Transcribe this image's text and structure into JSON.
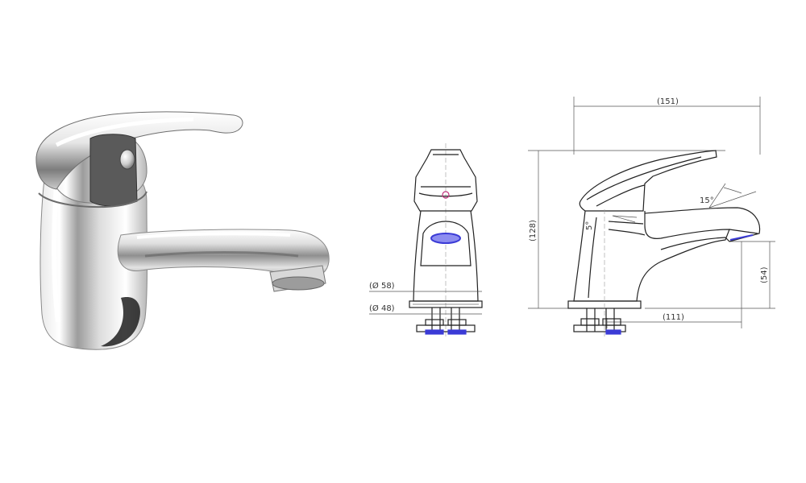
{
  "drawing": {
    "front_view": {
      "diameter_top": "(Ø 58)",
      "diameter_bottom": "(Ø 48)"
    },
    "side_view": {
      "overall_length": "(151)",
      "overall_height": "(128)",
      "spout_reach": "(111)",
      "spout_height": "(54)",
      "spout_angle": "15°",
      "handle_angle": "5°"
    }
  },
  "colors": {
    "chrome_dark": "#2b2b2b",
    "chrome_mid": "#9a9a9a",
    "chrome_light": "#f4f4f4",
    "line": "#222222",
    "dim_line": "#555555",
    "aerator_blue": "#3b3bd6",
    "cartridge_pink": "#c0307a"
  }
}
